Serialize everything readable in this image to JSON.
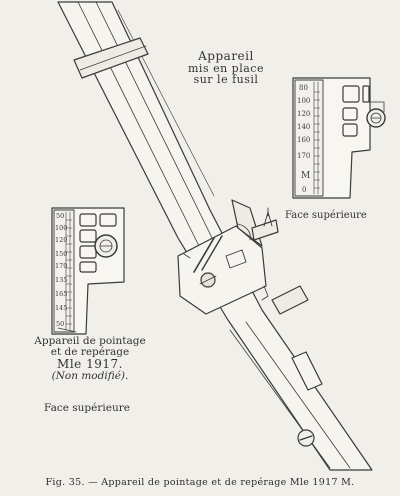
{
  "title": {
    "line1": "Appareil",
    "line2": "mis en place",
    "line3": "sur le fusil"
  },
  "top_right_panel": {
    "label": "Face supérieure",
    "scale_ticks": [
      "80",
      "100",
      "120",
      "140",
      "160",
      "170",
      "M",
      "0"
    ]
  },
  "left_panel": {
    "line1": "Appareil de pointage",
    "line2": "et de repérage",
    "model": "Mle 1917.",
    "note": "(Non modifié).",
    "face_label": "Face supérieure",
    "scale_ticks": [
      "50",
      "100",
      "120",
      "150",
      "170",
      "135",
      "165",
      "145",
      "50"
    ]
  },
  "caption": "Fig. 35. — Appareil de pointage et de repérage Mle 1917 M."
}
